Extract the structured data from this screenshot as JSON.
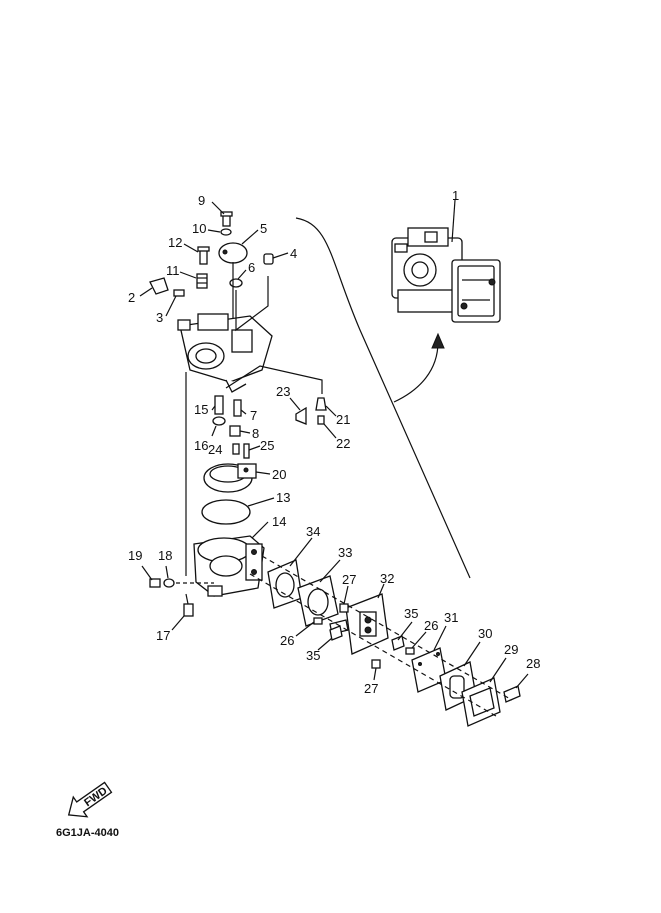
{
  "diagram_code": "6G1JA-4040",
  "fwd_label": "FWD",
  "callouts": {
    "p1": "1",
    "p2": "2",
    "p3": "3",
    "p4": "4",
    "p5": "5",
    "p6": "6",
    "p7": "7",
    "p8": "8",
    "p9": "9",
    "p10": "10",
    "p11": "11",
    "p12": "12",
    "p13": "13",
    "p14": "14",
    "p15": "15",
    "p16": "16",
    "p17": "17",
    "p18": "18",
    "p19": "19",
    "p20": "20",
    "p21": "21",
    "p22": "22",
    "p23": "23",
    "p24": "24",
    "p25": "25",
    "p26a": "26",
    "p26b": "26",
    "p27a": "27",
    "p27b": "27",
    "p28": "28",
    "p29": "29",
    "p30": "30",
    "p31": "31",
    "p32": "32",
    "p33": "33",
    "p34": "34",
    "p35a": "35",
    "p35b": "35"
  }
}
